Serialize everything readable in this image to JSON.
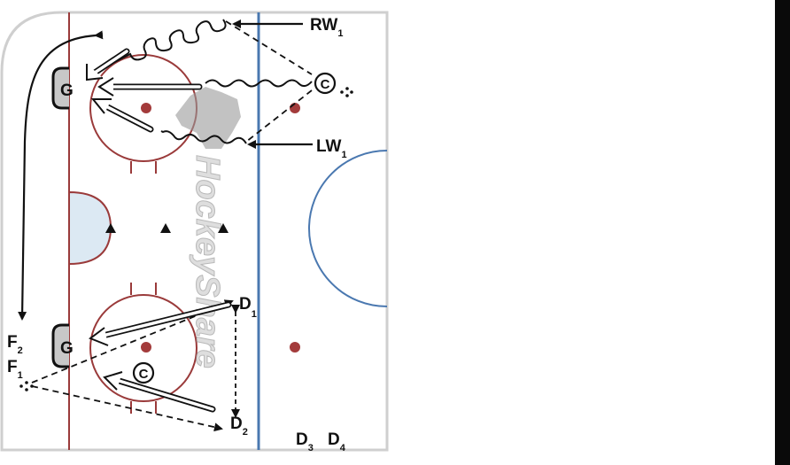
{
  "labels": {
    "rw": "RW",
    "rw_sub": "1",
    "lw": "LW",
    "lw_sub": "1",
    "f2": "F",
    "f2_sub": "2",
    "f1": "F",
    "f1_sub": "1",
    "d1": "D",
    "d1_sub": "1",
    "d2": "D",
    "d2_sub": "2",
    "d3": "D",
    "d3_sub": "3",
    "d4": "D",
    "d4_sub": "4",
    "coach": "C",
    "goalie": "G"
  },
  "watermark": "HockeyShare",
  "colors": {
    "red_line": "#9a3a3a",
    "blue_line": "#4a78b0",
    "faceoff_dot": "#a33b3b",
    "crease": "#dce9f3",
    "goal": "#c8c8c8"
  }
}
